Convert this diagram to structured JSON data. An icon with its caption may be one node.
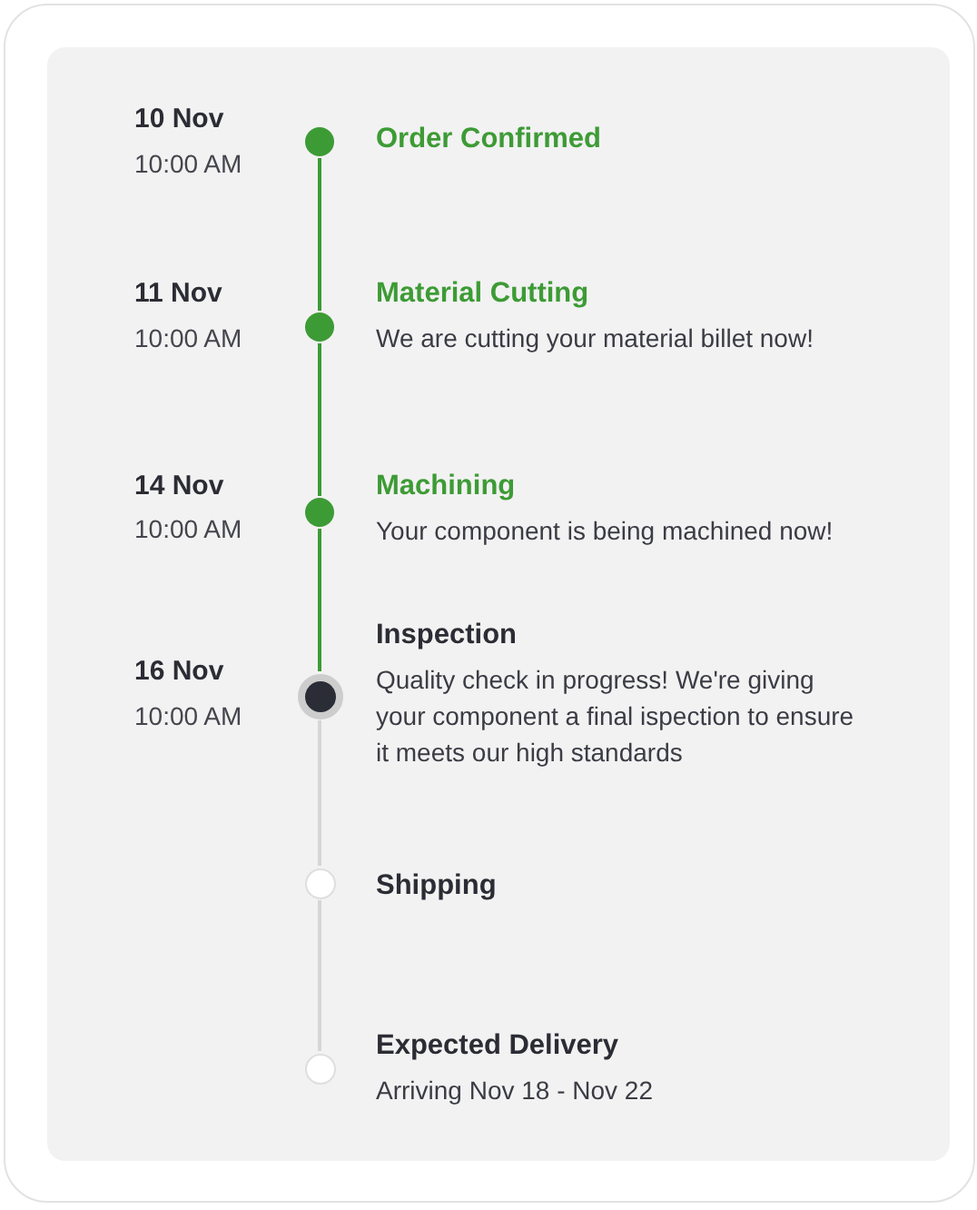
{
  "diagram": {
    "nodes": [
      {
        "text": [],
        "shape": "circle",
        "beside": [
          "10 Nov",
          "10:00 AM",
          "Order Confirmed"
        ]
      },
      {
        "text": [],
        "shape": "circle",
        "beside": [
          "11 Nov",
          "10:00 AM",
          "Material Cutting",
          "We are cutting your material billet now!"
        ]
      },
      {
        "text": [],
        "shape": "circle",
        "beside": [
          "14 Nov",
          "10:00 AM",
          "Machining",
          "Your component is being machined now!"
        ]
      },
      {
        "text": [],
        "shape": "circle",
        "beside": [
          "16 Nov",
          "10:00 AM",
          "Inspection",
          "Quality check in progress! We're giving your component a final ispection to ensure it meets our high standards"
        ]
      },
      {
        "text": [],
        "shape": "circle",
        "beside": [
          "Shipping"
        ]
      },
      {
        "text": [],
        "shape": "circle",
        "beside": [
          "Expected Delivery",
          "Arriving Nov 18 - Nov 22"
        ]
      }
    ],
    "edges": [
      {
        "from": 0,
        "to": 1,
        "arrow": "none"
      },
      {
        "from": 1,
        "to": 2,
        "arrow": "none"
      },
      {
        "from": 2,
        "to": 3,
        "arrow": "none"
      },
      {
        "from": 3,
        "to": 4,
        "arrow": "none",
        "color": "#d6d6d6"
      },
      {
        "from": 4,
        "to": 5,
        "arrow": "none",
        "color": "#d6d6d6"
      }
    ]
  }
}
